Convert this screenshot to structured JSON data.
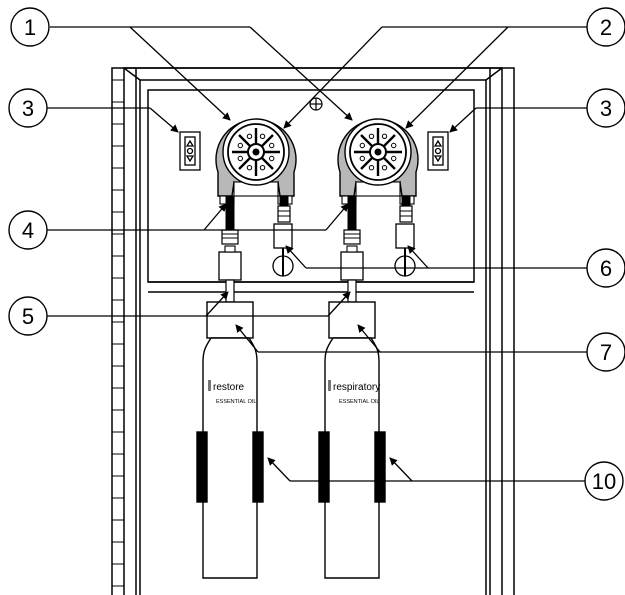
{
  "callouts": {
    "c1": "1",
    "c2": "2",
    "c3_left": "3",
    "c3_right": "3",
    "c4": "4",
    "c5": "5",
    "c6": "6",
    "c7": "7",
    "c10": "10"
  },
  "bottles": {
    "left": {
      "name": "restore",
      "subtitle": "ESSENTIAL OIL"
    },
    "right": {
      "name": "respiratory",
      "subtitle": "ESSENTIAL OIL"
    }
  },
  "colors": {
    "line": "#000000",
    "pump_fill": "#b8b8b8",
    "pump_dark": "#8a8a8a",
    "background": "#ffffff"
  }
}
